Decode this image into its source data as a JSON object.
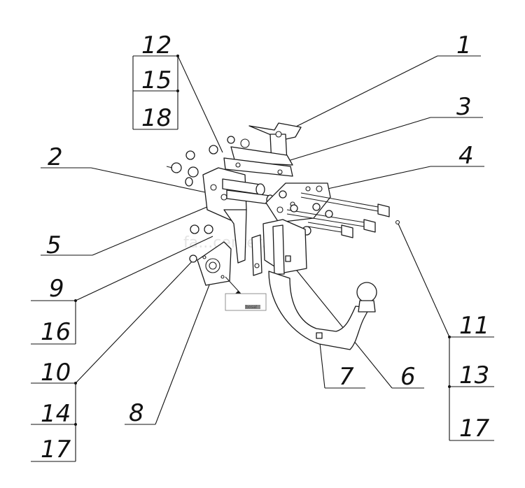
{
  "callouts": {
    "c1": "1",
    "c2": "2",
    "c3": "3",
    "c4": "4",
    "c5": "5",
    "c6": "6",
    "c7": "7",
    "c8": "8",
    "c9": "9",
    "c10": "10",
    "c11": "11",
    "c12": "12",
    "c13": "13",
    "c14": "14",
    "c15": "15",
    "c16": "16",
    "c17a": "17",
    "c17b": "17",
    "c18": "18"
  },
  "watermark": "fa...center.ru",
  "tag_brand": "bosal",
  "colors": {
    "line": "#111111",
    "watermark": "#e4e4e4"
  }
}
